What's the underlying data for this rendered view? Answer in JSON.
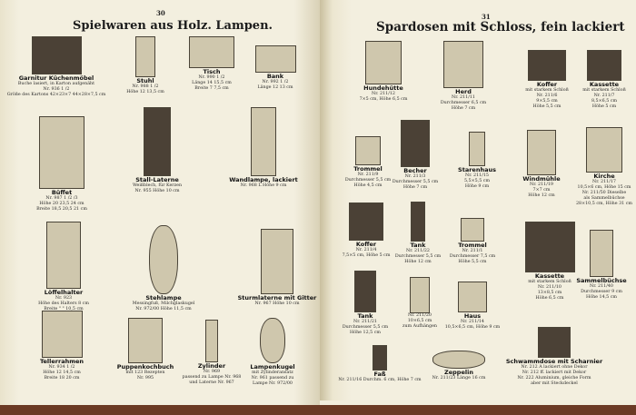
{
  "left_page": {
    "page_number": "30",
    "title": "Spielwaren aus Holz.  Lampen.",
    "items": [
      {
        "name": "Garnitur Küchenmöbel",
        "lines": [
          "Buche lasiert, in Karton aufgenäht",
          "Nr. 936 1    /2",
          "Größe des Kartons 42×23×7  44×28×7,5 cm"
        ]
      },
      {
        "name": "Stuhl",
        "lines": [
          "Nr. 988 1    /2",
          "Höhe   12      13,5 cm"
        ]
      },
      {
        "name": "Tisch",
        "lines": [
          "Nr. 990 1    /2",
          "Länge  14    15,5 cm",
          "Breite   7      7,5 cm"
        ]
      },
      {
        "name": "Bank",
        "lines": [
          "Nr. 992 1    /2",
          "Länge  12     13 cm"
        ]
      },
      {
        "name": "Büffet",
        "lines": [
          "Nr. 987 1   /2   /3",
          "Höhe   20   23,5   24  cm",
          "Breite  18,5  20,5   21  cm"
        ]
      },
      {
        "name": "Stall-Laterne",
        "lines": [
          "Weißblech, für Kerzen",
          "Nr. 955    Höhe 10 cm"
        ]
      },
      {
        "name": "Wandlampe, lackiert",
        "lines": [
          "Nr. 968 L   Höhe 9 cm"
        ]
      },
      {
        "name": "Löffelhalter",
        "lines": [
          "Nr. 923",
          "Höhe des Halters  8 cm",
          "Breite   \"    \"   10,5 cm"
        ]
      },
      {
        "name": "Stehlampe",
        "lines": [
          "Messingfuß, Milchglaskugel",
          "Nr. 972/00   Höhe 11,5 cm"
        ]
      },
      {
        "name": "Sturmlaterne mit Gitter",
        "lines": [
          "Nr. 967    Höhe 10 cm"
        ]
      },
      {
        "name": "Tellerrahmen",
        "lines": [
          "Nr. 934 1      /2",
          "Höhe   12     14,5  cm",
          "Breite  18      20   cm"
        ]
      },
      {
        "name": "Puppenkochbuch",
        "lines": [
          "mit 123 Rezepten",
          "Nr. 995"
        ]
      },
      {
        "name": "Zylinder",
        "lines": [
          "Nr. 969",
          "passend zu Lampe Nr. 968",
          "und Laterne Nr. 967"
        ]
      },
      {
        "name": "Lampenkugel",
        "lines": [
          "mit Zylinderansatz",
          "Nr. 961 passend zu",
          "Lampe Nr. 972/00"
        ]
      }
    ]
  },
  "right_page": {
    "page_number": "31",
    "title": "Spardosen mit Schloss, fein lackiert",
    "items": [
      {
        "name": "Hundehütte",
        "lines": [
          "Nr. 211/12",
          "7×5 cm, Höhe 6,5 cm"
        ]
      },
      {
        "name": "Herd",
        "lines": [
          "Nr. 211/11",
          "Durchmesser 6,5 cm",
          "Höhe 7 cm"
        ]
      },
      {
        "name": "Koffer",
        "lines": [
          "mit starkem Schloß",
          "Nr. 211/6",
          "9×5,5 cm",
          "Höhe 5,5 cm"
        ]
      },
      {
        "name": "Kassette",
        "lines": [
          "mit starkem Schloß",
          "Nr. 211/7",
          "8,5×6,5 cm",
          "Höhe 5 cm"
        ]
      },
      {
        "name": "Trommel",
        "lines": [
          "Nr. 211/9",
          "Durchmesser 5,5 cm",
          "Höhe 4,5 cm"
        ]
      },
      {
        "name": "Becher",
        "lines": [
          "Nr. 211/3",
          "Durchmesser 5,5 cm",
          "Höhe 7 cm"
        ]
      },
      {
        "name": "Starenhaus",
        "lines": [
          "Nr. 211/15",
          "5,5×5,5 cm",
          "Höhe 9 cm"
        ]
      },
      {
        "name": "Windmühle",
        "lines": [
          "Nr. 211/19",
          "7×7 cm",
          "Höhe 12 cm"
        ]
      },
      {
        "name": "Kirche",
        "lines": [
          "Nr. 211/17",
          "10,5×6 cm, Höhe 15 cm",
          "Nr. 211/50  Dieselbe",
          "als Sammelbüchse",
          "28×10,5 cm, Höhe 31 cm"
        ]
      },
      {
        "name": "Koffer",
        "lines": [
          "Nr. 211/4",
          "7,5×5 cm, Höhe 5 cm"
        ]
      },
      {
        "name": "Tank",
        "lines": [
          "Nr. 211/22",
          "Durchmesser 5,5 cm",
          "Höhe 12 cm"
        ]
      },
      {
        "name": "Trommel",
        "lines": [
          "Nr. 211/1",
          "Durchmesser 7,5 cm",
          "Höhe 5,5 cm"
        ]
      },
      {
        "name": "Kassette",
        "lines": [
          "mit starkem Schloß",
          "Nr. 211/10",
          "13×8,5 cm",
          "Höhe 6,5 cm"
        ]
      },
      {
        "name": "Sammelbüchse",
        "lines": [
          "Nr. 211/40",
          "Durchmesser 9 cm",
          "Höhe 14,5 cm"
        ]
      },
      {
        "name": "Tank",
        "lines": [
          "Nr. 211/21",
          "Durchmesser 5,5 cm",
          "Höhe 12,5 cm"
        ]
      },
      {
        "name": "",
        "lines": [
          "Nr. 211/20",
          "10×6,5 cm",
          "zum Aufhängen"
        ]
      },
      {
        "name": "Haus",
        "lines": [
          "Nr. 211/14",
          "10,5×6,5 cm, Höhe 9 cm"
        ]
      },
      {
        "name": "Faß",
        "lines": [
          "Nr. 211/16  Durchm. 6 cm, Höhe 7 cm"
        ]
      },
      {
        "name": "Zeppelin",
        "lines": [
          "Nr. 211/23    Länge 16 cm"
        ]
      },
      {
        "name": "Schwammdose mit Scharnier",
        "lines": [
          "Nr. 212 A   lackiert ohne Dekor",
          "Nr. 212      ff. lackiert mit Dekor",
          "Nr. 222      Aluminium, gleiche Form",
          "aber mit Steckdeckel"
        ]
      }
    ]
  }
}
